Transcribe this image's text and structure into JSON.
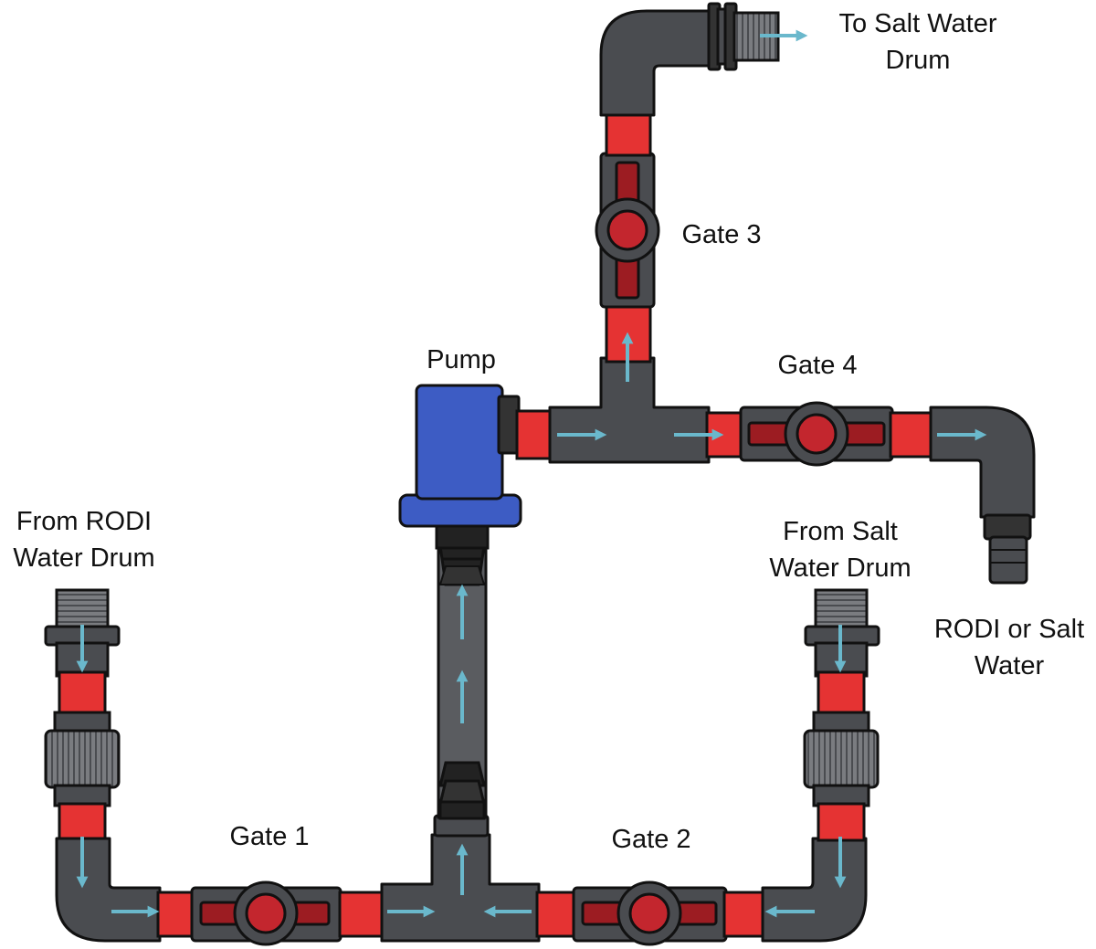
{
  "labels": {
    "to_salt_water_drum": [
      "To Salt Water",
      "Drum"
    ],
    "gate_3": "Gate 3",
    "pump": "Pump",
    "gate_4": "Gate 4",
    "from_rodi_water_drum": [
      "From RODI",
      "Water Drum"
    ],
    "from_salt_water_drum": [
      "From Salt",
      "Water Drum"
    ],
    "rodi_or_salt_water": [
      "RODI or Salt",
      "Water"
    ],
    "gate_1": "Gate 1",
    "gate_2": "Gate 2"
  },
  "colors": {
    "pipe": "#4a4c50",
    "pipe_red": "#e53333",
    "valve_handle": "#9c1c22",
    "valve_knob": "#c3262e",
    "pump_body": "#3d5cc4",
    "flow_arrow": "#6ab8cc",
    "outline": "#111111"
  }
}
